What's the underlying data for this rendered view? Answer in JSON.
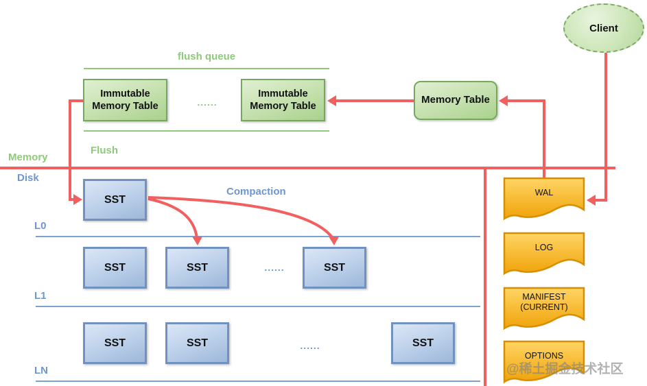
{
  "client": {
    "label": "Client"
  },
  "memory": {
    "section_label": "Memory",
    "flush_queue_label": "flush queue",
    "immutable_table_label": "Immutable Memory Table",
    "ellipsis": "......",
    "memory_table_label": "Memory Table",
    "flush_label": "Flush"
  },
  "disk": {
    "section_label": "Disk",
    "compaction_label": "Compaction",
    "sst_label": "SST",
    "ellipsis": "......",
    "levels": [
      {
        "label": "L0"
      },
      {
        "label": "L1"
      },
      {
        "label": "LN"
      }
    ],
    "files": [
      {
        "label": "WAL"
      },
      {
        "label": "LOG"
      },
      {
        "label": "MANIFEST (CURRENT)"
      },
      {
        "label": "OPTIONS"
      }
    ]
  },
  "watermark": "@稀土掘金技术社区",
  "colors": {
    "arrow_red": "#f15f5f",
    "green_accent": "#8fc97a",
    "green_border": "#76a75c",
    "blue_text": "#6e96cf",
    "blue_line": "#7ba1d0",
    "blue_box_border": "#7191be",
    "doc_fill_top": "#ffd564",
    "doc_fill_bottom": "#f0a30a",
    "doc_border": "#d78f00"
  }
}
